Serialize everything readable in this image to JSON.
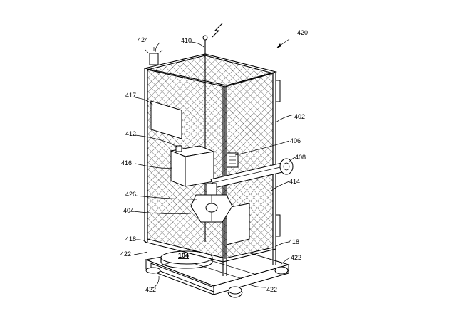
{
  "figure": {
    "labels": {
      "fig_ref": "420",
      "enclosure": "402",
      "base": "104",
      "platform": "404",
      "door": "406",
      "arm_joint": "408",
      "antenna": "410",
      "sensor": "412",
      "arm": "414",
      "panel_416": "416",
      "display": "417",
      "leg_left": "418",
      "leg_right": "418",
      "wheel_left_top": "422",
      "wheel_left_bottom": "422",
      "wheel_right_top": "422",
      "wheel_right_bottom": "422",
      "beacon": "424",
      "gripper": "426"
    }
  }
}
